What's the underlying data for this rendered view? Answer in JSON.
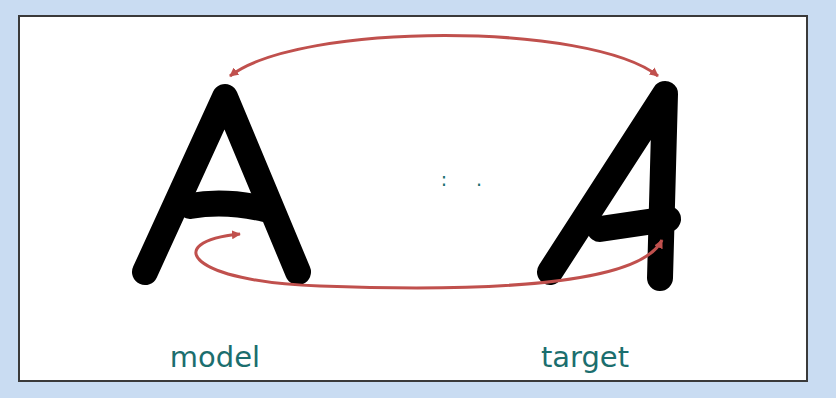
{
  "diagram": {
    "labels": [
      "model",
      "target",
      ": ."
    ]
  }
}
